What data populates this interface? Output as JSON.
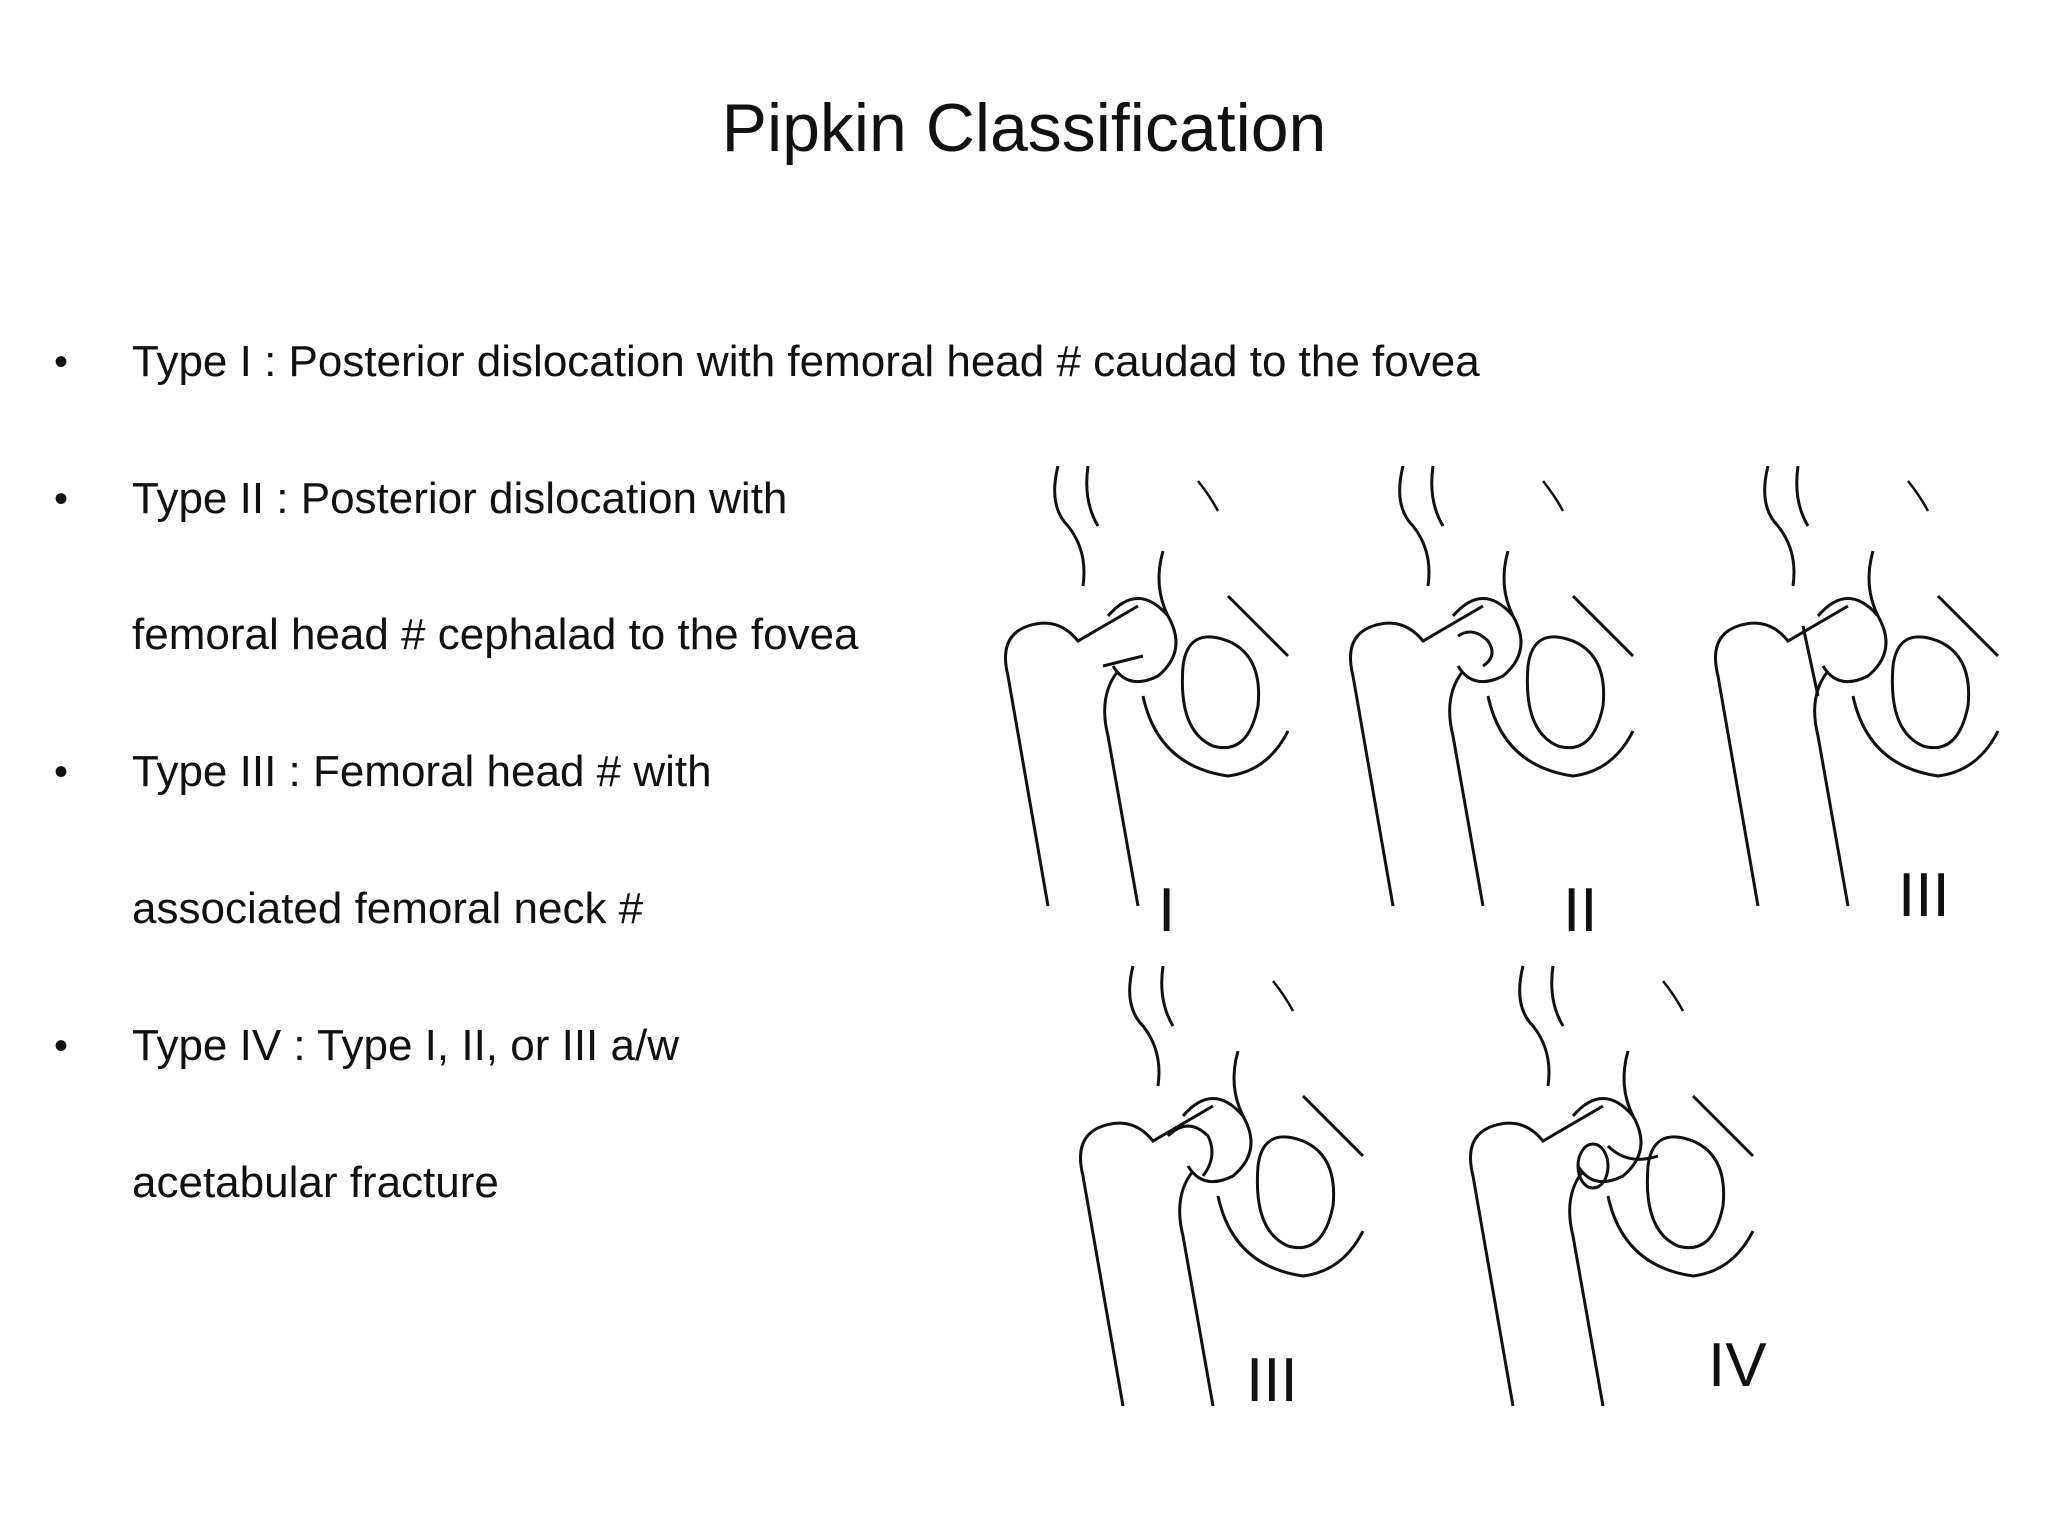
{
  "slide": {
    "title": "Pipkin Classification",
    "bullets": [
      {
        "lines": [
          "Type I  : Posterior dislocation with femoral head # caudad to the fovea"
        ]
      },
      {
        "lines": [
          "Type II : Posterior dislocation with",
          " femoral head # cephalad to the fovea"
        ]
      },
      {
        "lines": [
          "Type III : Femoral head # with",
          " associated femoral neck #"
        ]
      },
      {
        "lines": [
          "Type IV : Type I, II, or III a/w",
          "acetabular fracture"
        ]
      }
    ],
    "figure": {
      "labels": [
        "I",
        "II",
        "III",
        "III",
        "IV"
      ]
    }
  }
}
